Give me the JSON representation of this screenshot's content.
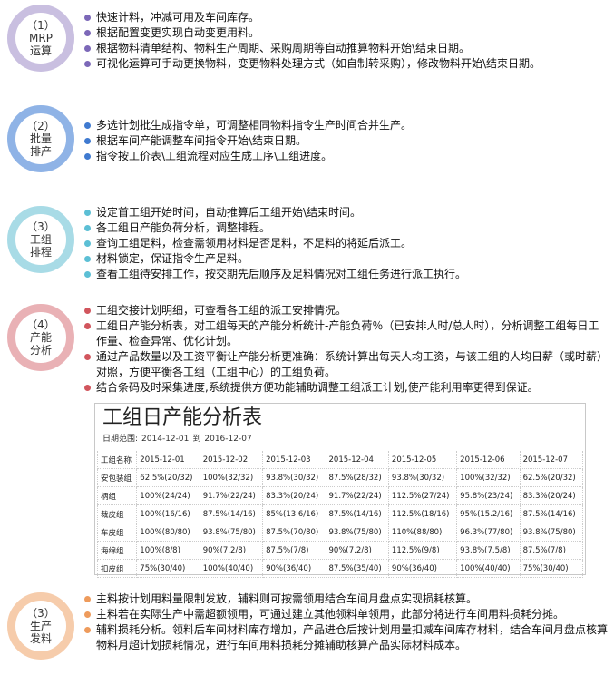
{
  "sections": [
    {
      "num": "（1）",
      "name": "MRP\n运算",
      "items": [
        "快速计料，冲减可用及车间库存。",
        "根据配置变更实现自动变更用料。",
        "根据物料清单结构、物料生产周期、采购周期等自动推算物料开始\\结束日期。",
        "可视化运算可手动更换物料，变更物料处理方式（如自制转采购），修改物料开始\\结束日期。"
      ]
    },
    {
      "num": "（2）",
      "name": "批量\n排产",
      "items": [
        "多选计划批生成指令单，可调整相同物料指令生产时间合并生产。",
        "根据车间产能调整车间指令开始\\结束日期。",
        "指令按工价表\\工组流程对应生成工序\\工组进度。"
      ]
    },
    {
      "num": "（3）",
      "name": "工组\n排程",
      "items": [
        "设定首工组开始时间，自动推算后工组开始\\结束时间。",
        "各工组日产能负荷分析，调整排程。",
        "查询工组足料，检查需领用材料是否足料，不足料的将延后派工。",
        "材料锁定，保证指令生产足料。",
        "查看工组待安排工作，按交期先后顺序及足料情况对工组任务进行派工执行。"
      ]
    },
    {
      "num": "（4）",
      "name": "产能\n分析",
      "items": [
        "工组交接计划明细，可查看各工组的派工安排情况。",
        "工组日产能分析表，对工组每天的产能分析统计-产能负荷％（已安排人时/总人时），分析调整工组每日工作量、检查异常、优化计划。",
        "通过产品数量以及工资平衡让产能分析更准确：系统计算出每天人均工资，与该工组的人均日薪（或时薪）对照，方便平衡各工组（工组中心）的工组负荷。",
        "结合条码及时采集进度,系统提供方便功能辅助调整工组派工计划,使产能利用率更得到保证。"
      ]
    },
    {
      "num": "（3）",
      "name": "生产\n发料",
      "items": [
        "主料按计划用料量限制发放，辅料则可按需领用结合车间月盘点实现损耗核算。",
        "主料若在实际生产中需超额领用，可通过建立其他领料单领用，此部分将进行车间用料损耗分摊。",
        "辅料损耗分析。领料后车间材料库存增加，产品进仓后按计划用量扣减车间库存材料，结合车间月盘点核算物料月超计划损耗情况，进行车间用料损耗分摊辅助核算产品实际材料成本。"
      ]
    }
  ],
  "report": {
    "title": "工组日产能分析表",
    "date_label": "日期范围:",
    "date_from": "2014-12-01",
    "date_to_label": "到",
    "date_to": "2016-12-07",
    "columns": [
      "工组名称",
      "2015-12-01",
      "2015-12-02",
      "2015-12-03",
      "2015-12-04",
      "2015-12-05",
      "2015-12-06",
      "2015-12-07"
    ],
    "rows": [
      [
        "安包装组",
        "62.5%(20/32)",
        "100%(32/32)",
        "93.8%(30/32)",
        "87.5%(28/32)",
        "93.8%(30/32)",
        "100%(32/32)",
        "62.5%(20/32)"
      ],
      [
        "柄组",
        "100%(24/24)",
        "91.7%(22/24)",
        "83.3%(20/24)",
        "91.7%(22/24)",
        "112.5%(27/24)",
        "95.8%(23/24)",
        "83.3%(20/24)"
      ],
      [
        "裁皮组",
        "100%(16/16)",
        "87.5%(14/16)",
        "85%(13.6/16)",
        "87.5%(14/16)",
        "112.5%(18/16)",
        "95%(15.2/16)",
        "87.5%(14/16)"
      ],
      [
        "车皮组",
        "100%(80/80)",
        "93.8%(75/80)",
        "87.5%(70/80)",
        "93.8%(75/80)",
        "110%(88/80)",
        "96.3%(77/80)",
        "93.8%(75/80)"
      ],
      [
        "海绵组",
        "100%(8/8)",
        "90%(7.2/8)",
        "87.5%(7/8)",
        "90%(7.2/8)",
        "112.5%(9/8)",
        "93.8%(7.5/8)",
        "87.5%(7/8)"
      ],
      [
        "扣皮组",
        "75%(30/40)",
        "100%(40/40)",
        "90%(36/40)",
        "87.5%(35/40)",
        "90%(36/40)",
        "100%(40/40)",
        "75%(30/40)"
      ]
    ]
  }
}
